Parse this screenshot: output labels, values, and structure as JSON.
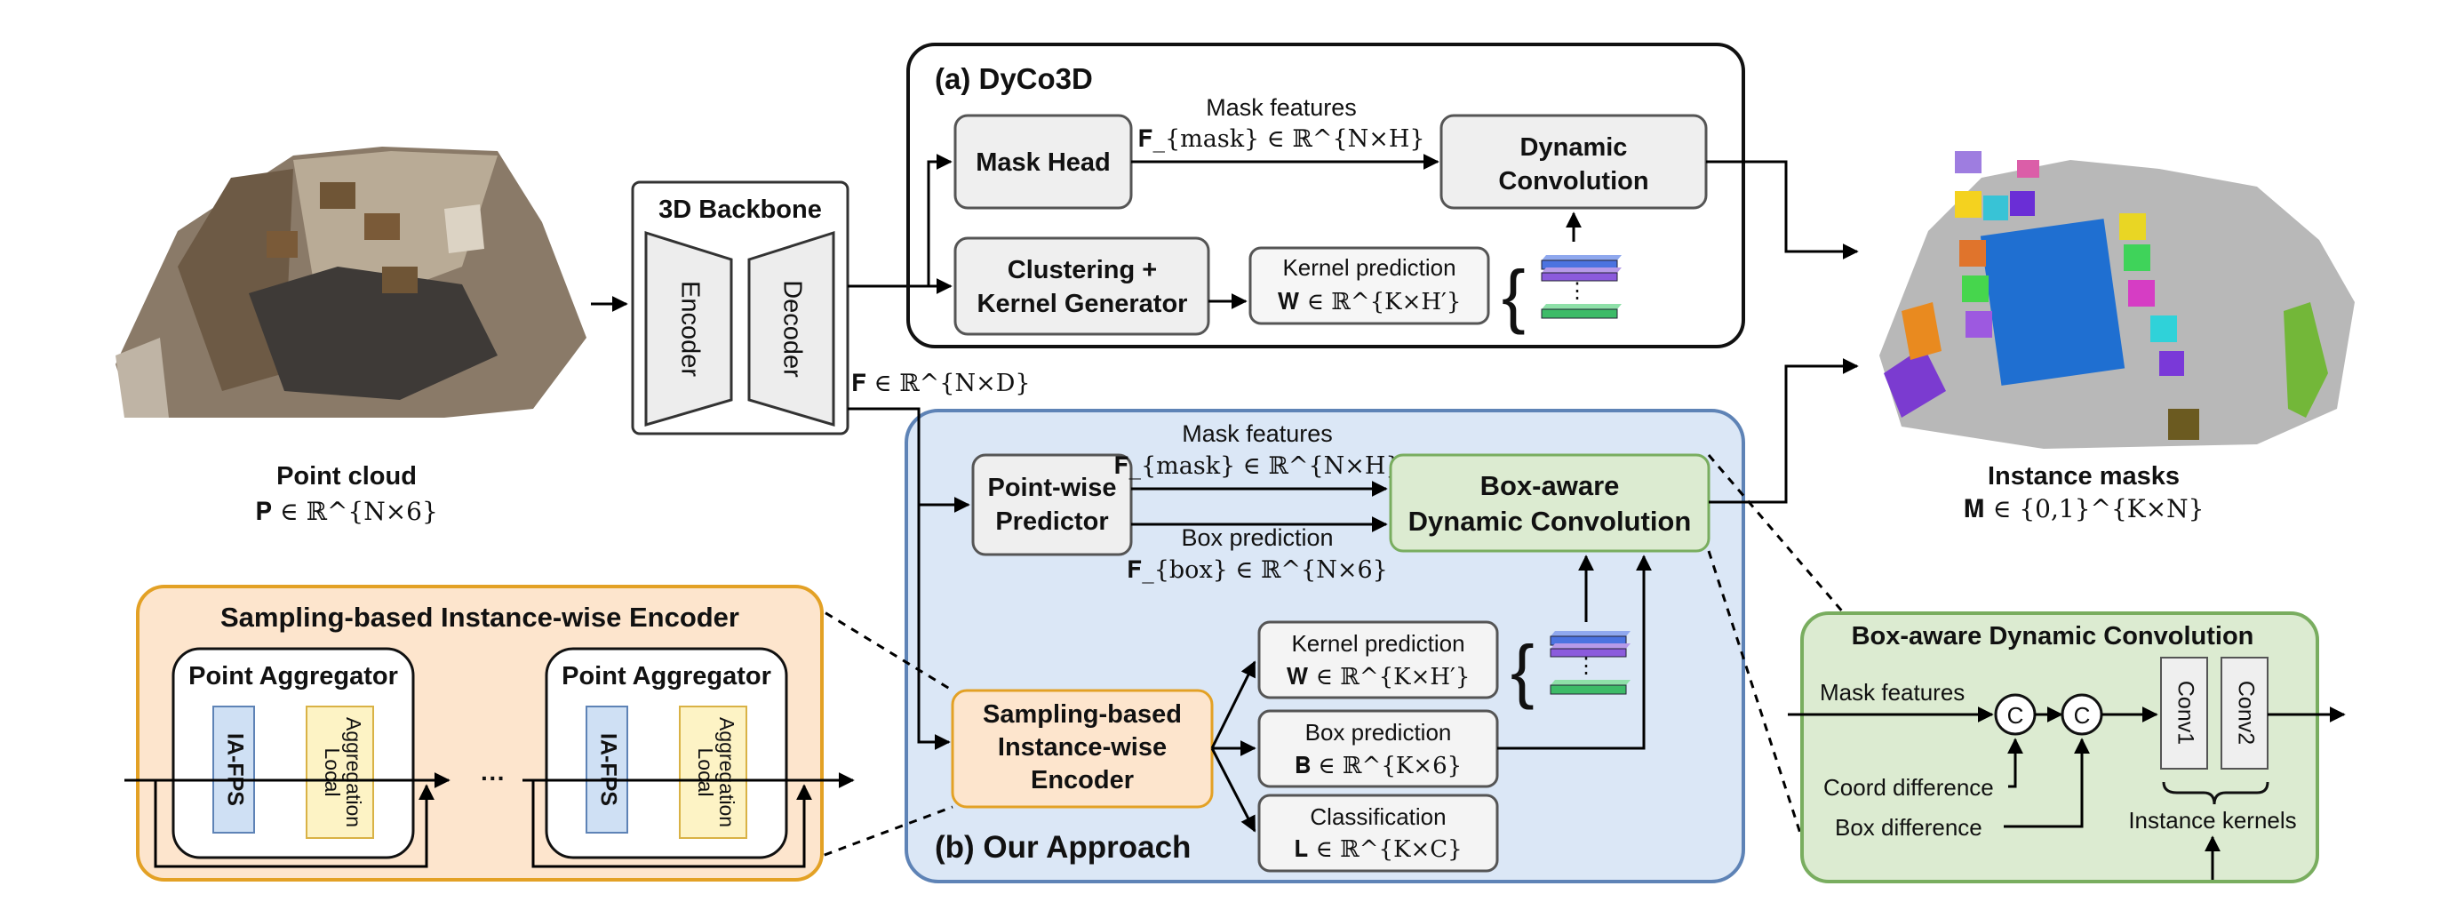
{
  "point_cloud": {
    "label": "Point cloud",
    "math": "𝐏 ∈ ℝ^{N×6}"
  },
  "instance_masks": {
    "label": "Instance masks",
    "math": "𝐌 ∈ {0,1}^{K×N}"
  },
  "backbone": {
    "title": "3D Backbone",
    "encoder": "Encoder",
    "decoder": "Decoder",
    "feature_math": "𝐅 ∈ ℝ^{N×D}"
  },
  "dyco3d": {
    "title": "(a) DyCo3D",
    "mask_head": "Mask Head",
    "mask_features_label": "Mask features",
    "mask_features_math": "𝐅_{mask} ∈ ℝ^{N×H}",
    "dynamic_conv": [
      "Dynamic",
      "Convolution"
    ],
    "clustering": [
      "Clustering +",
      "Kernel Generator"
    ],
    "kernel_label": "Kernel prediction",
    "kernel_math": "𝐖 ∈ ℝ^{K×H′}"
  },
  "ours": {
    "title": "(b) Our Approach",
    "pointwise": [
      "Point-wise",
      "Predictor"
    ],
    "mask_features_label": "Mask features",
    "mask_features_math": "𝐅_{mask} ∈ ℝ^{N×H}",
    "box_pred_label": "Box prediction",
    "box_pred_math": "𝐅_{box} ∈ ℝ^{N×6}",
    "box_dyn_conv": [
      "Box-aware",
      "Dynamic Convolution"
    ],
    "sampling_encoder": [
      "Sampling-based",
      "Instance-wise",
      "Encoder"
    ],
    "kernel_label": "Kernel prediction",
    "kernel_math": "𝐖 ∈ ℝ^{K×H′}",
    "box_label": "Box prediction",
    "box_math": "𝐁 ∈ ℝ^{K×6}",
    "class_label": "Classification",
    "class_math": "𝐋 ∈ ℝ^{K×C}"
  },
  "sampling_detail": {
    "title": "Sampling-based Instance-wise Encoder",
    "aggregator_1": "Point Aggregator",
    "aggregator_2": "Point Aggregator",
    "iafps": "IA-FPS",
    "local_agg": [
      "Local",
      "Aggregation"
    ],
    "ellipsis": "···"
  },
  "box_detail": {
    "title": "Box-aware Dynamic Convolution",
    "mask_features": "Mask features",
    "coord_diff": "Coord difference",
    "box_diff": "Box difference",
    "concat": "C",
    "conv1": "Conv1",
    "conv2": "Conv2",
    "instance_kernels": "Instance kernels"
  },
  "colors": {
    "orange_bg": "#fde5cd",
    "orange_border": "#e3a125",
    "blue_bg": "#dbe7f6",
    "blue_border": "#5e83b6",
    "green_bg": "#dcebd1",
    "green_border": "#79ad5f",
    "gray_box": "#efefef",
    "ia_fps": "#cfe0f4",
    "local_agg": "#fdf3c5",
    "kernel_blue": "#4b73e0",
    "kernel_purple": "#8b5bdc",
    "kernel_green": "#3dbb68"
  }
}
